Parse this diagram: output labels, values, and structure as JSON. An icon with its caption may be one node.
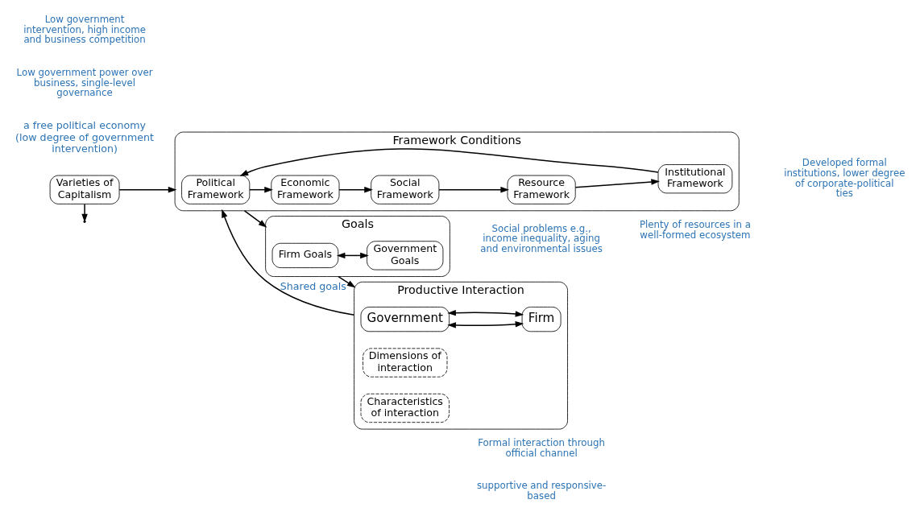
{
  "diagram": {
    "nodes": [
      {
        "text": [
          "Framework Conditions"
        ]
      },
      {
        "text": [
          "Political Framework"
        ],
        "in": 0
      },
      {
        "text": [
          "Institutional Framework"
        ],
        "in": 0
      },
      {
        "text": [
          "Economic Framework"
        ],
        "in": 0
      },
      {
        "text": [
          "Resource Framework"
        ],
        "in": 0
      },
      {
        "text": [
          "Social Framework"
        ],
        "in": 0
      },
      {
        "text": [
          "Productive Interaction"
        ]
      },
      {
        "text": [
          "Government"
        ],
        "in": 6
      },
      {
        "text": [
          "Dimensions of interaction"
        ],
        "in": 6
      },
      {
        "text": [
          "Characteristics of interaction"
        ],
        "in": 6
      },
      {
        "text": [
          "Firm"
        ],
        "in": 6
      },
      {
        "text": [
          "Varieties of Capitalism"
        ],
        "beside": [
          "a free political economy (low degree of government intervention)"
        ]
      },
      {
        "text": [
          "Goals"
        ]
      },
      {
        "text": [
          "Firm Goals"
        ],
        "in": 12
      },
      {
        "text": [
          "Government Goals"
        ],
        "in": 12
      }
    ],
    "edges": [
      {
        "from": 2,
        "to": 1,
        "arrow": "to"
      },
      {
        "from": 1,
        "to": 3,
        "arrow": "to"
      },
      {
        "from": 3,
        "to": 5,
        "arrow": "to"
      },
      {
        "from": 5,
        "to": 4,
        "arrow": "to"
      },
      {
        "from": 4,
        "to": 2,
        "arrow": "to"
      },
      {
        "from": 0,
        "to": 12,
        "arrow": "to"
      },
      {
        "from": 12,
        "to": 6,
        "arrow": "to",
        "label": "Shared goals"
      },
      {
        "from": 6,
        "to": 0,
        "arrow": "to"
      },
      {
        "from": 11,
        "to": 0,
        "arrow": "to"
      },
      {
        "from": 11,
        "to": null,
        "arrow": "to"
      },
      {
        "from": 7,
        "to": 10,
        "arrow": "both"
      },
      {
        "from": 7,
        "to": 10,
        "arrow": "both"
      },
      {
        "from": 13,
        "to": 14,
        "arrow": "both"
      }
    ],
    "labels": [
      "Low government power over business, single-level governance",
      "Developed formal institutions, lower degree of corporate-political ties",
      "Low government intervention, high income and business competition",
      "Plenty of resources in a well-formed ecosystem",
      "Social problems e.g., income inequality, aging and environmental issues",
      "Formal interaction through official channel",
      "supportive and responsive-based"
    ]
  }
}
